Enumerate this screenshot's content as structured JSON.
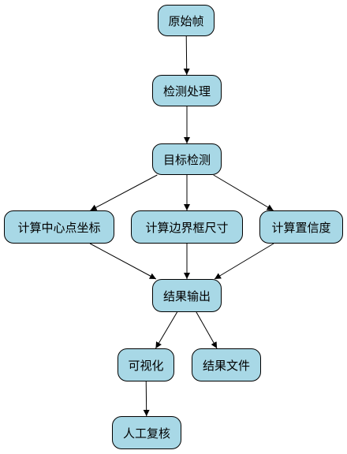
{
  "flowchart": {
    "node_fill": "#a8d8e6",
    "line_color": "#000000",
    "nodes": {
      "raw_frame": "原始帧",
      "detect_process": "检测处理",
      "object_detect": "目标检测",
      "center_coords": "计算中心点坐标",
      "bbox_size": "计算边界框尺寸",
      "confidence": "计算置信度",
      "output": "结果输出",
      "visualize": "可视化",
      "result_file": "结果文件",
      "manual_review": "人工复核"
    },
    "edges": [
      [
        "raw_frame",
        "detect_process"
      ],
      [
        "detect_process",
        "object_detect"
      ],
      [
        "object_detect",
        "center_coords"
      ],
      [
        "object_detect",
        "bbox_size"
      ],
      [
        "object_detect",
        "confidence"
      ],
      [
        "center_coords",
        "output"
      ],
      [
        "bbox_size",
        "output"
      ],
      [
        "confidence",
        "output"
      ],
      [
        "output",
        "visualize"
      ],
      [
        "output",
        "result_file"
      ],
      [
        "visualize",
        "manual_review"
      ]
    ]
  }
}
